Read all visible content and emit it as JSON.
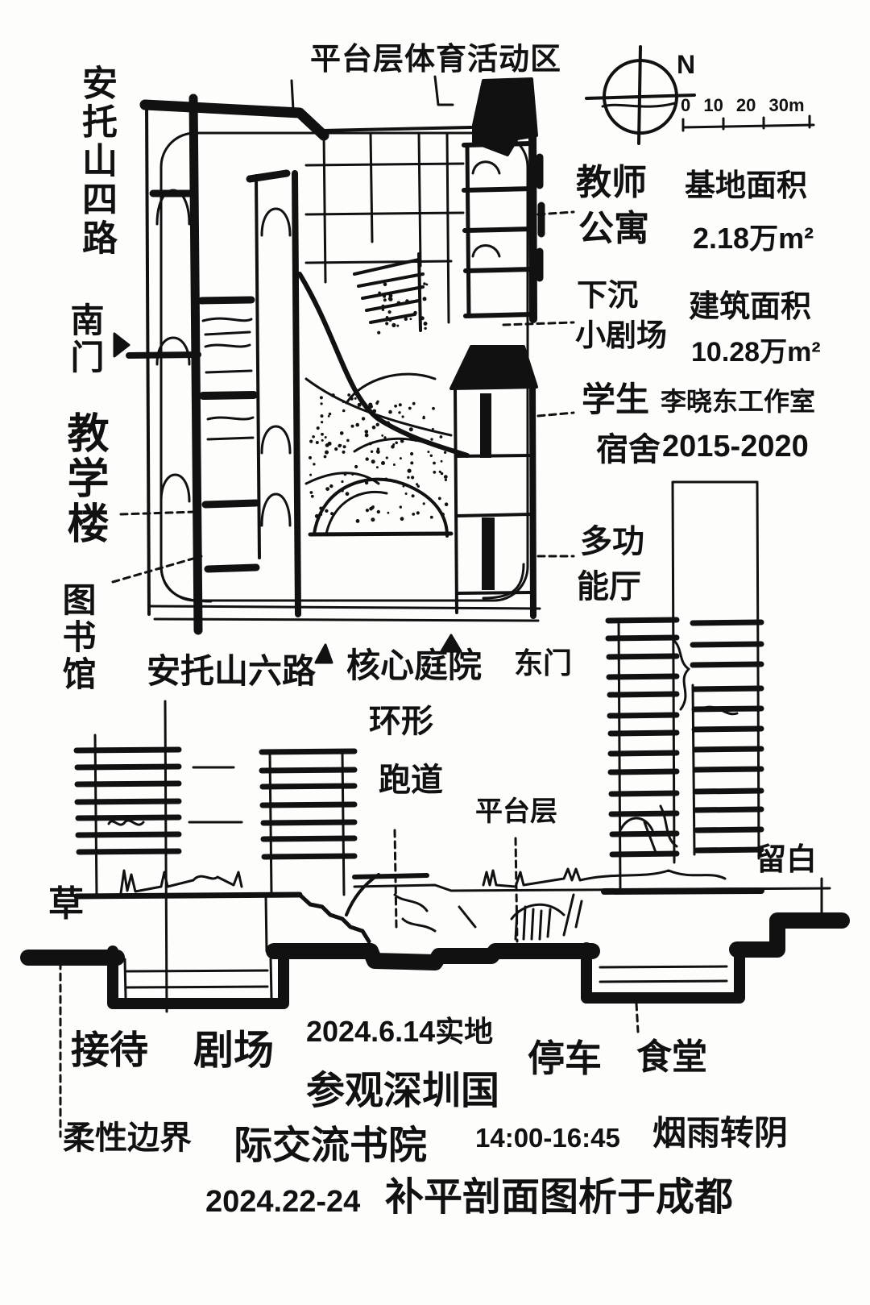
{
  "plan": {
    "title": "平台层体育活动区",
    "roads": {
      "west": "安托山四路",
      "south": "安托山六路"
    },
    "gates": {
      "south": "南门",
      "east": "东门"
    },
    "buildings": {
      "teaching": "教学楼",
      "library": "图书馆",
      "courtyard": "核心庭院",
      "teacher_apartment": [
        "教师",
        "公寓"
      ],
      "sunken_theater": [
        "下沉",
        "小剧场"
      ],
      "dormitory": [
        "学生",
        "宿舍"
      ],
      "multipurpose_hall": [
        "多功",
        "能厅"
      ]
    },
    "compass": {
      "north": "N",
      "scale": "0 10 20 30m"
    }
  },
  "project_info": {
    "site_area": {
      "label": "基地面积",
      "value": "2.18万m²"
    },
    "floor_area": {
      "label": "建筑面积",
      "value": "10.28万m²"
    },
    "designer": "李晓东工作室",
    "years": "2015-2020"
  },
  "section": {
    "running_track": [
      "环形",
      "跑道"
    ],
    "platform": "平台层",
    "void": "留白",
    "lawn": "草",
    "spaces": {
      "reception": "接待",
      "theater": "剧场",
      "parking": "停车",
      "canteen": "食堂"
    },
    "soft_boundary": "柔性边界"
  },
  "notes": {
    "visit_date": "2024.6.14实地",
    "visit_place": [
      "参观深圳国",
      "际交流书院"
    ],
    "time": "14:00-16:45",
    "weather": "烟雨转阴",
    "drawing_date": "2024.22-24",
    "drawing_note": "补平剖面图析于成都"
  },
  "colors": {
    "ink": "#111111",
    "paper": "#fdfdfc"
  }
}
